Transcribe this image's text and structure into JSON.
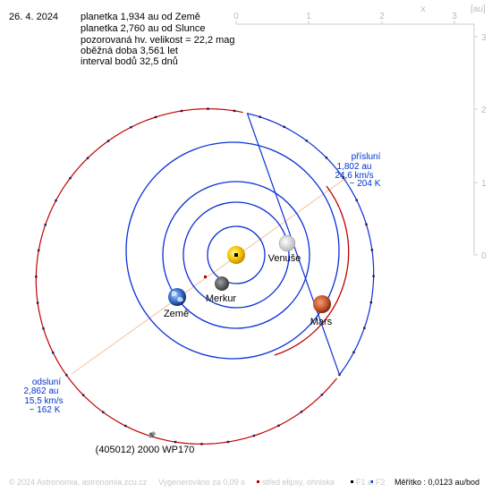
{
  "date": "26. 4. 2024",
  "info_lines": [
    "planetka 1,934 au od Země",
    "planetka 2,760 au od Slunce",
    "pozorovaná hv. velikost = 22,2 mag",
    "oběžná doba 3,561 let",
    "interval bodů 32,5 dnů"
  ],
  "axes": {
    "x_label": "x",
    "unit_label": "[au]",
    "x_ticks": [
      "0",
      "1",
      "2",
      "3"
    ],
    "y_ticks": [
      "3",
      "2",
      "1",
      "0"
    ]
  },
  "planets": [
    {
      "name": "Merkur"
    },
    {
      "name": "Venuše"
    },
    {
      "name": "Země"
    },
    {
      "name": "Mars"
    }
  ],
  "asteroid_label": "(405012) 2000 WP170",
  "perihelion": {
    "title": "přísluní",
    "distance": "1,802 au",
    "speed": "24,6 km/s",
    "temp": "~ 204 K"
  },
  "aphelion": {
    "title": "odsluní",
    "distance": "2,862 au",
    "speed": "15,5 km/s",
    "temp": "~ 162 K"
  },
  "footer": {
    "copyright": "© 2024 Astronomia, astronomia.zcu.cz",
    "generated": "Vygenerováno za 0,09 s",
    "legend_center": "střed elipsy, ohniska",
    "f1": "F1 a",
    "f2": "F2",
    "scale": "Měřítko : 0,0123 au/bod"
  },
  "colors": {
    "orbit_blue": "#0a2fd8",
    "orbit_red": "#c00000",
    "axis_gray": "#cccccc",
    "text_blue": "#0033cc",
    "sun": "#f5c400"
  }
}
